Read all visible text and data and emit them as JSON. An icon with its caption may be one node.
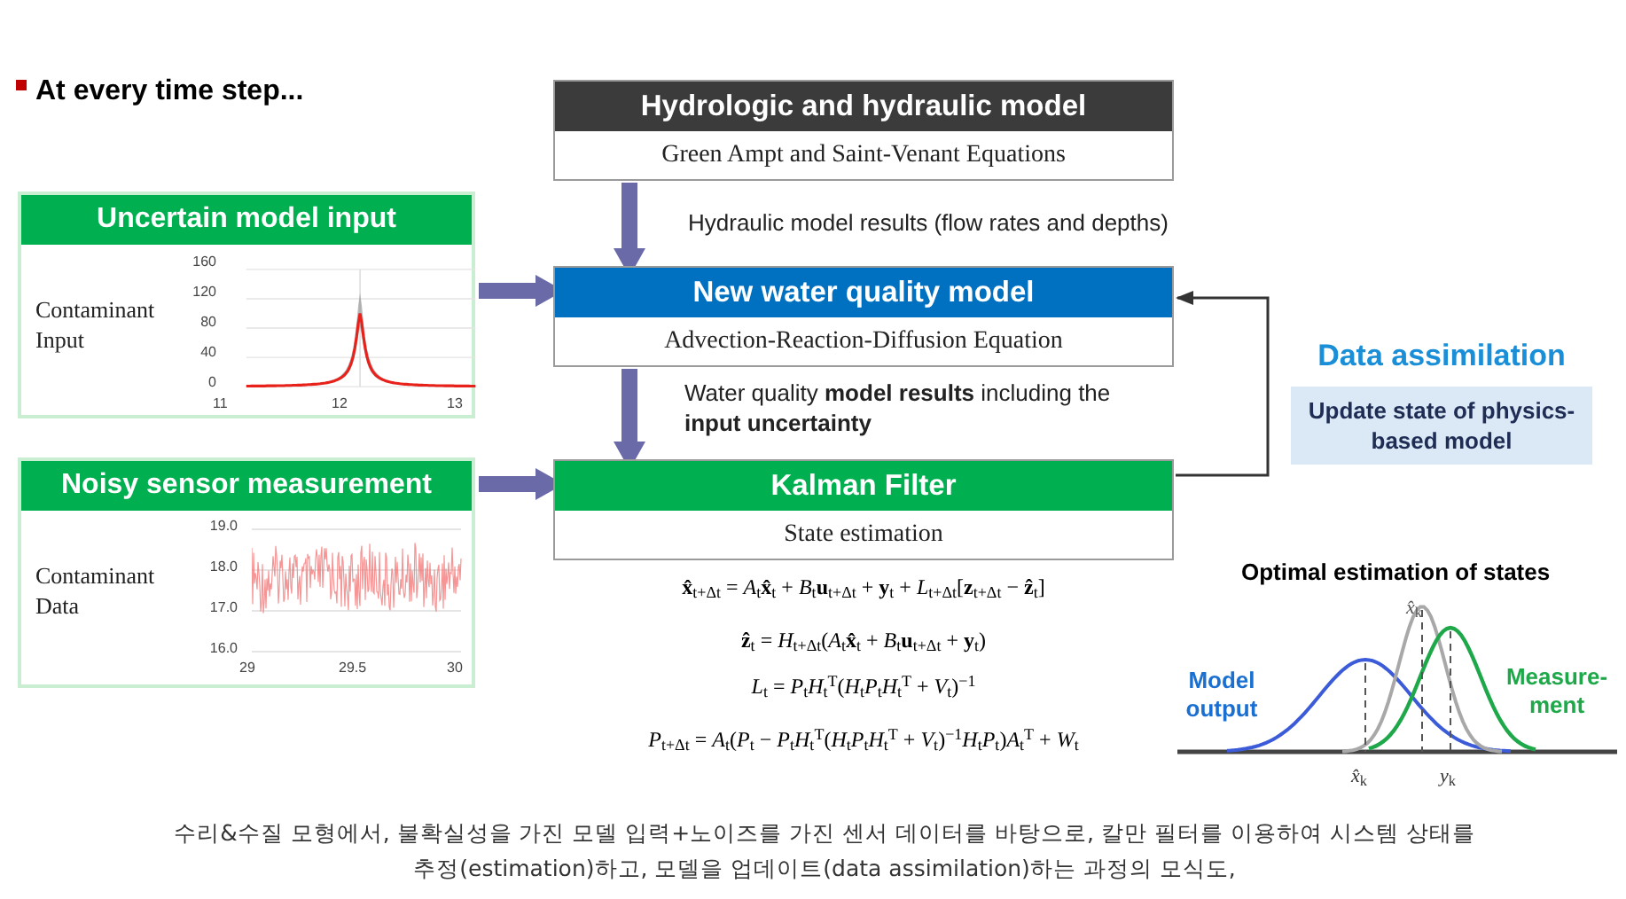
{
  "diagram": {
    "nodes": [
      {
        "text": [
          "Uncertain model input",
          "Contaminant Input"
        ]
      },
      {
        "text": [
          "Noisy sensor measurement",
          "Contaminant Data"
        ]
      },
      {
        "text": [
          "Hydrologic and hydraulic model",
          "Green Ampt and Saint-Venant Equations"
        ]
      },
      {
        "text": [
          "New water quality model",
          "Advection-Reaction-Diffusion Equation"
        ]
      },
      {
        "text": [
          "Kalman Filter",
          "State estimation"
        ]
      },
      {
        "text": [
          "Data assimilation",
          "Update state of physics-based model"
        ]
      }
    ],
    "edges": [
      {
        "from": 0,
        "to": 3,
        "arrow": "to"
      },
      {
        "from": 2,
        "to": 3,
        "arrow": "to",
        "label": "Hydraulic model results (flow rates and depths)"
      },
      {
        "from": 1,
        "to": 4,
        "arrow": "to"
      },
      {
        "from": 3,
        "to": 4,
        "arrow": "to",
        "label": "Water quality **model results** including the **input uncertainty**"
      },
      {
        "from": 4,
        "to": 3,
        "arrow": "to",
        "color": "#333333"
      }
    ],
    "labels": [
      "At every time step...",
      "160",
      "120",
      "80",
      "40",
      "0",
      "11",
      "12",
      "13",
      "19.0",
      "18.0",
      "17.0",
      "16.0",
      "29",
      "29.5",
      "30",
      "**x̂**$_{t+Δt}$ = *A*$_{t}$**x̂**$_{t}$ + *B*$_{t}$**u**$_{t+Δt}$ + **y**$_{t}$ + *L*$_{t+Δt}$[**z**$_{t+Δt}$ − **ẑ**$_{t}$]",
      "**ẑ**$_{t}$ = *H*$_{t+Δt}$(*A*$_{t}$**x̂**$_{t}$ + *B*$_{t}$**u**$_{t+Δt}$ + **y**$_{t}$)",
      "*L*$_{t}$ = *P*$_{t}$*H*$_{t}$$^{T}$(*H*$_{t}$*P*$_{t}$*H*$_{t}$$^{T}$ + *V*$_{t}$)$^{−1}$",
      "*P*$_{t+Δt}$ = *A*$_{t}$(*P*$_{t}$ − *P*$_{t}$*H*$_{t}$$^{T}$(*H*$_{t}$*P*$_{t}$*H*$_{t}$$^{T}$ + *V*$_{t}$)$^{−1}$*H*$_{t}$*P*$_{t}$)*A*$_{t}$$^{T}$ + *W*$_{t}$",
      "Optimal estimation of states",
      "*x̂*$_{k}$",
      "Model output",
      "Measure-ment",
      "*x̂*$_{k}$",
      "*y*$_{k}$"
    ],
    "caption": "수리&수질 모형에서, 불확실성을 가진 모델 입력+노이즈를 가진 센서 데이터를 바탕으로, 칼만 필터를 이용하여 시스템 상태를 추정(estimation)하고, 모델을 업데이트(data assimilation)하는 과정의 모식도,"
  }
}
